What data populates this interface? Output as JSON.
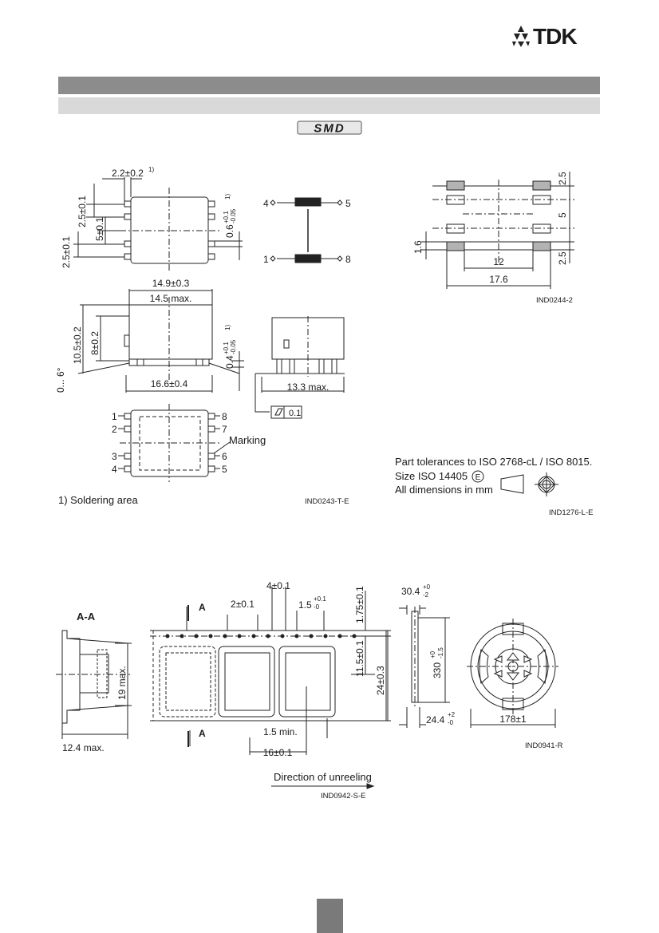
{
  "header": {
    "logo_text": "TDK",
    "smd_badge": "SMD"
  },
  "fig1": {
    "dim_22": "2.2±0.2",
    "dim_22_note": "1)",
    "dim_25a": "2.5±0.1",
    "dim_5": "5±0.1",
    "dim_25b": "2.5±0.1",
    "dim_06": "0.6",
    "dim_06_tol_up": "+0.1",
    "dim_06_tol_dn": "-0.05",
    "dim_06_note": "1)",
    "dim_149": "14.9±0.3",
    "dim_145": "14.5 max.",
    "dim_105": "10.5±0.2",
    "dim_8": "8±0.2",
    "dim_04": "0.4",
    "dim_04_tol_up": "+0.1",
    "dim_04_tol_dn": "-0.05",
    "dim_04_note": "1)",
    "dim_angle": "0... 6°",
    "dim_166": "16.6±0.4",
    "dim_133": "13.3 max.",
    "flatness": "0.1",
    "pins": [
      "1",
      "2",
      "3",
      "4",
      "5",
      "6",
      "7",
      "8"
    ],
    "marking": "Marking",
    "footnote": "1) Soldering area",
    "code": "IND0243-T-E"
  },
  "fig2": {
    "dim_25_top": "2.5",
    "dim_5": "5",
    "dim_25_bot": "2.5",
    "dim_16": "1.6",
    "dim_12": "12",
    "dim_176": "17.6",
    "code": "IND0244-2"
  },
  "tolerances": {
    "line1": "Part tolerances to ISO 2768-cL / ISO 8015.",
    "line2": "Size ISO 14405",
    "line2_symbol": "E",
    "line3": "All dimensions in mm",
    "code": "IND1276-L-E"
  },
  "tape": {
    "section": "A-A",
    "dim_19": "19 max.",
    "dim_124": "12.4 max.",
    "marker_a": "A",
    "dim_4": "4±0.1",
    "dim_2": "2±0.1",
    "dim_15": "1.5",
    "dim_15_tol_up": "+0.1",
    "dim_15_tol_dn": "-0",
    "dim_175": "1.75±0.1",
    "dim_115": "11.5±0.1",
    "dim_24": "24±0.3",
    "dim_15min": "1.5 min.",
    "dim_16": "16±0.1",
    "direction": "Direction of unreeling",
    "code": "IND0942-S-E"
  },
  "reel": {
    "dim_304": "30.4",
    "dim_304_tol_up": "+0",
    "dim_304_tol_dn": "-2",
    "dim_330": "330",
    "dim_330_tol_up": "+0",
    "dim_330_tol_dn": "-1.5",
    "dim_244": "24.4",
    "dim_244_tol_up": "+2",
    "dim_244_tol_dn": "-0",
    "dim_178": "178±1",
    "code": "IND0941-R"
  }
}
